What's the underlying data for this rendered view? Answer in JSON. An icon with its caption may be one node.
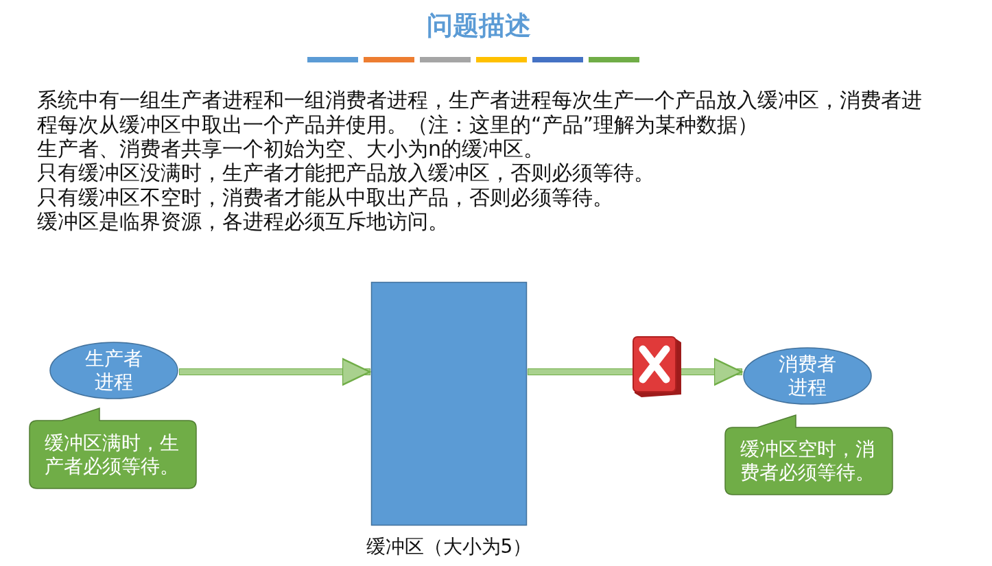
{
  "diagram": {
    "title": "问题描述",
    "nodes": [
      {
        "text": [
          "生产者进程"
        ]
      },
      {
        "text": [],
        "shape": "box",
        "beside": [
          "缓冲区（大小为5）"
        ]
      },
      {
        "text": [
          "消费者进程"
        ]
      },
      {
        "text": [
          "缓冲区满时，生产者必须等待。"
        ]
      },
      {
        "text": [
          "缓冲区空时，消费者必须等待。"
        ]
      }
    ],
    "edges": [
      {
        "from": 0,
        "to": 1,
        "arrow": "to"
      },
      {
        "from": 1,
        "to": 2,
        "arrow": "to"
      }
    ],
    "labels": [
      "系统中有一组生产者进程和一组消费者进程，生产者进程每次生产一个产品放入缓冲区，消费者进程每次从缓冲区中取出一个产品并使用。（注：这里的“产品”理解为某种数据）",
      "生产者、消费者共享一个初始为空、大小为n的缓冲区。",
      "只有缓冲区没满时，生产者才能把产品放入缓冲区，否则必须等待。",
      "只有缓冲区不空时，消费者才能从中取出产品，否则必须等待。",
      "缓冲区是临界资源，各进程必须互斥地访问。"
    ]
  }
}
